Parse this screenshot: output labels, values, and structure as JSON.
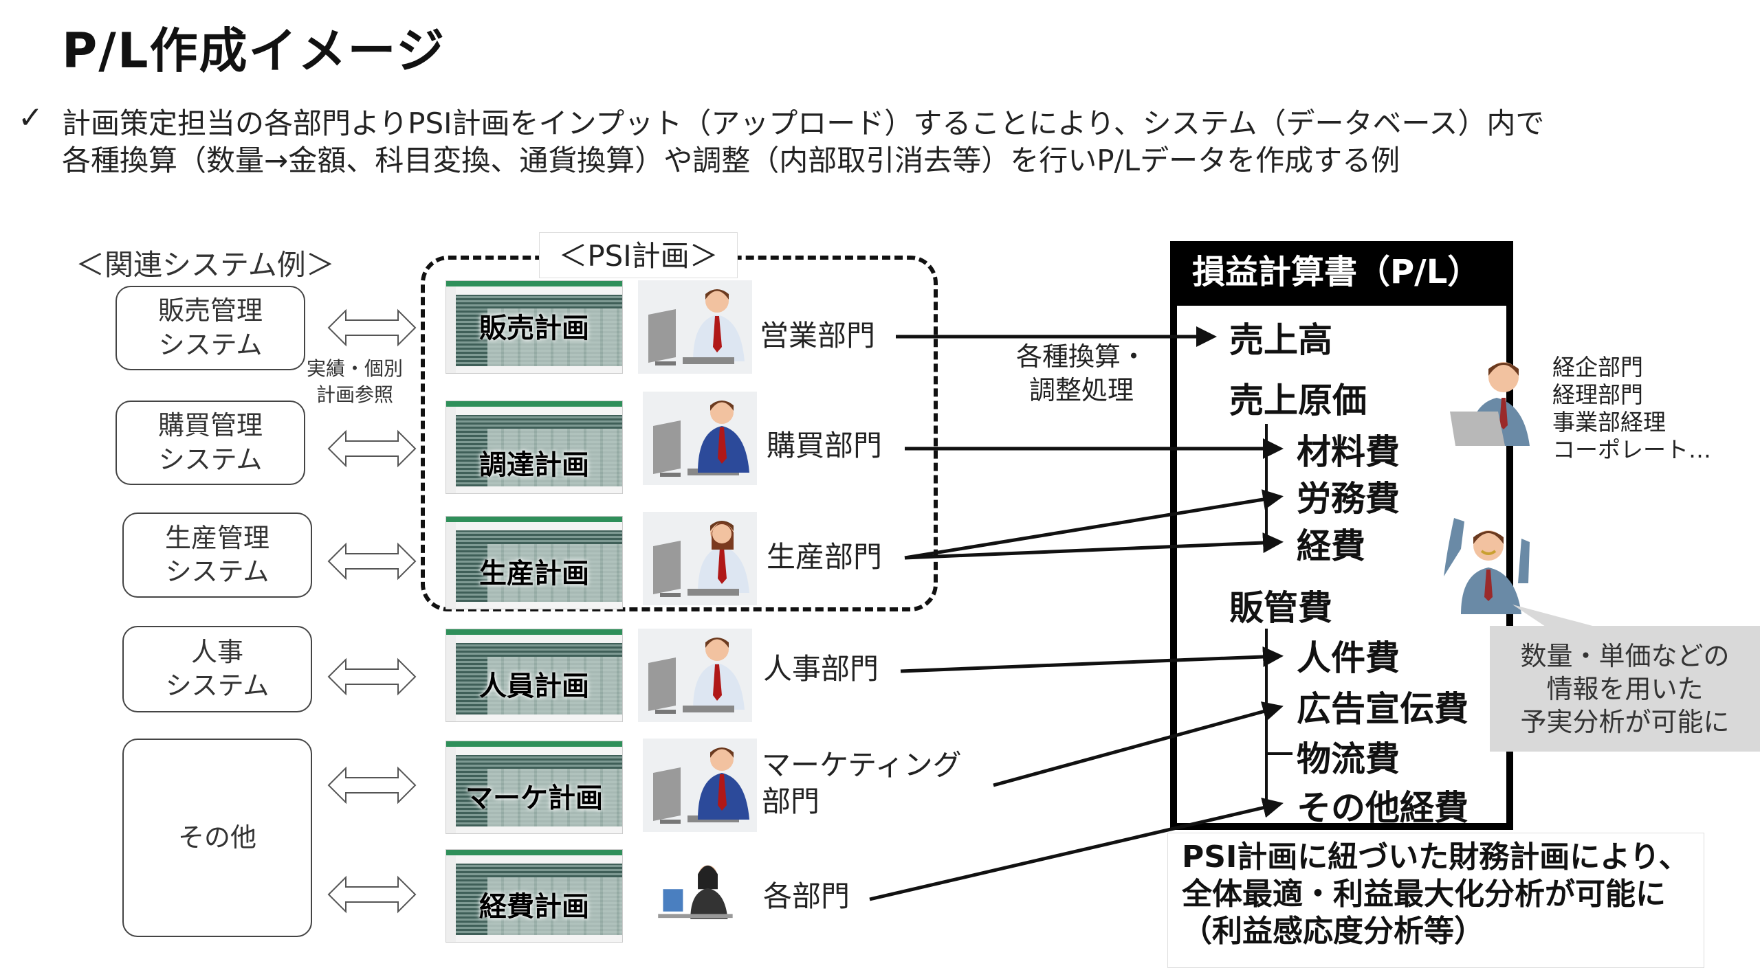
{
  "title": "P/L作成イメージ",
  "description": {
    "check_icon": "check-icon",
    "line1": "計画策定担当の各部門よりPSI計画をインプット（アップロード）することにより、システム（データベース）内で",
    "line2": "各種換算（数量→金額、科目変換、通貨換算）や調整（内部取引消去等）を行いP/Lデータを作成する例"
  },
  "related_systems": {
    "heading": "＜関連システム例＞",
    "reference_note": [
      "実績・個別",
      "計画参照"
    ],
    "items": [
      [
        "販売管理",
        "システム"
      ],
      [
        "購買管理",
        "システム"
      ],
      [
        "生産管理",
        "システム"
      ],
      [
        "人事",
        "システム"
      ],
      [
        "その他",
        ""
      ]
    ]
  },
  "psi": {
    "label": "＜PSI計画＞"
  },
  "plans": [
    {
      "sheet": "販売計画",
      "dept": [
        "営業部門"
      ]
    },
    {
      "sheet": "調達計画",
      "dept": [
        "購買部門"
      ]
    },
    {
      "sheet": "生産計画",
      "dept": [
        "生産部門"
      ]
    },
    {
      "sheet": "人員計画",
      "dept": [
        "人事部門"
      ]
    },
    {
      "sheet": "マーケ計画",
      "dept": [
        "マーケティング",
        "部門"
      ]
    },
    {
      "sheet": "経費計画",
      "dept": [
        "各部門"
      ]
    }
  ],
  "conversion": [
    "各種換算・",
    "調整処理"
  ],
  "pl": {
    "title": "損益計算書（P/L）",
    "items": [
      "売上高",
      "売上原価",
      "材料費",
      "労務費",
      "経費",
      "販管費",
      "人件費",
      "広告宣伝費",
      "物流費",
      "その他経費"
    ]
  },
  "note": [
    "PSI計画に紐づいた財務計画により、",
    "全体最適・利益最大化分析が可能に",
    "（利益感応度分析等）"
  ],
  "roles": [
    "経企部門",
    "経理部門",
    "事業部経理",
    "コーポレート…"
  ],
  "callout": [
    "数量・単価などの",
    "情報を用いた",
    "予実分析が可能に"
  ]
}
